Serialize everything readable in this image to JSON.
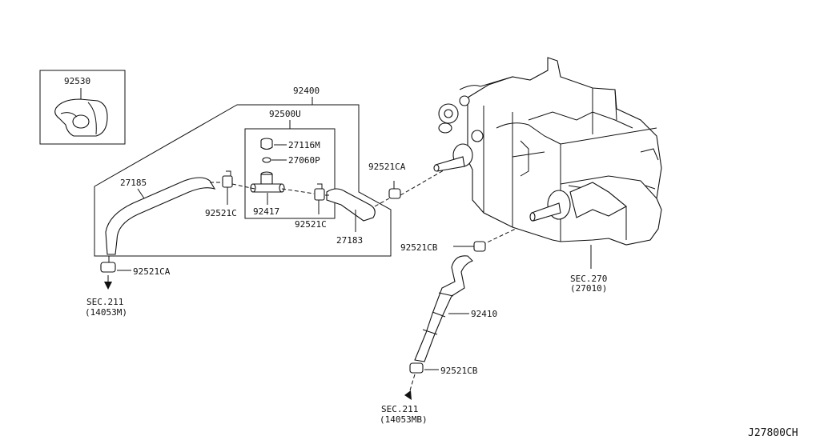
{
  "diagram": {
    "ref_code": "J27800CH",
    "parts": {
      "p92530": "92530",
      "p92400": "92400",
      "p92500U": "92500U",
      "p27116M": "27116M",
      "p27060P": "27060P",
      "p92521CA_top": "92521CA",
      "p27185": "27185",
      "p92521C_left": "92521C",
      "p92417": "92417",
      "p92521C_right": "92521C",
      "p27183": "27183",
      "p92521CA_bottom": "92521CA",
      "p92521CB_top": "92521CB",
      "p92410": "92410",
      "p92521CB_bottom": "92521CB"
    },
    "sections": {
      "sec211_left_line1": "SEC.211",
      "sec211_left_line2": "(14053M)",
      "sec270_line1": "SEC.270",
      "sec270_line2": "(27010)",
      "sec211_bottom_line1": "SEC.211",
      "sec211_bottom_line2": "(14053MB)"
    }
  }
}
